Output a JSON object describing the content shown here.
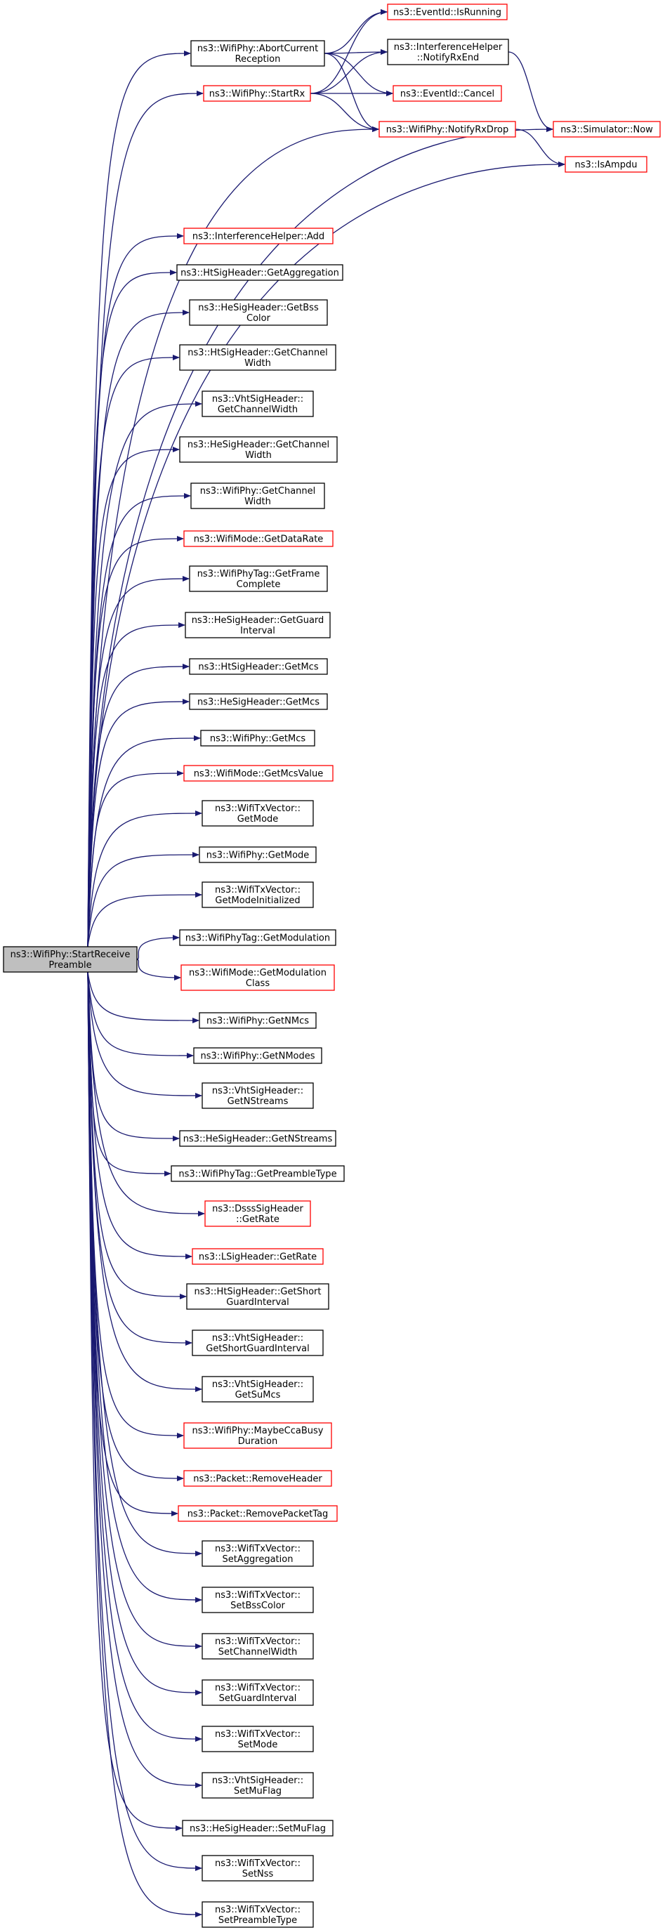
{
  "colors": {
    "edge": "#191970",
    "border_black": "#000000",
    "border_red": "#ff0000",
    "root_fill": "#bfbfbf",
    "node_fill": "#ffffff"
  },
  "nodes": [
    {
      "id": "root",
      "lines": [
        "ns3::WifiPhy::StartReceive",
        "Preamble"
      ],
      "border": "black",
      "root": true
    },
    {
      "id": "abort",
      "lines": [
        "ns3::WifiPhy::AbortCurrent",
        "Reception"
      ],
      "border": "black"
    },
    {
      "id": "startrx",
      "lines": [
        "ns3::WifiPhy::StartRx"
      ],
      "border": "red"
    },
    {
      "id": "isrunning",
      "lines": [
        "ns3::EventId::IsRunning"
      ],
      "border": "red"
    },
    {
      "id": "notifyrxend",
      "lines": [
        "ns3::InterferenceHelper",
        "::NotifyRxEnd"
      ],
      "border": "black"
    },
    {
      "id": "cancel",
      "lines": [
        "ns3::EventId::Cancel"
      ],
      "border": "red"
    },
    {
      "id": "notifyrxdrop",
      "lines": [
        "ns3::WifiPhy::NotifyRxDrop"
      ],
      "border": "red"
    },
    {
      "id": "now",
      "lines": [
        "ns3::Simulator::Now"
      ],
      "border": "red"
    },
    {
      "id": "isampdu",
      "lines": [
        "ns3::IsAmpdu"
      ],
      "border": "red"
    },
    {
      "id": "ihadd",
      "lines": [
        "ns3::InterferenceHelper::Add"
      ],
      "border": "red"
    },
    {
      "id": "htgetagg",
      "lines": [
        "ns3::HtSigHeader::GetAggregation"
      ],
      "border": "black"
    },
    {
      "id": "hegetbss",
      "lines": [
        "ns3::HeSigHeader::GetBss",
        "Color"
      ],
      "border": "black"
    },
    {
      "id": "htgetcw",
      "lines": [
        "ns3::HtSigHeader::GetChannel",
        "Width"
      ],
      "border": "black"
    },
    {
      "id": "vhtgetcw",
      "lines": [
        "ns3::VhtSigHeader::",
        "GetChannelWidth"
      ],
      "border": "black"
    },
    {
      "id": "hegetcw",
      "lines": [
        "ns3::HeSigHeader::GetChannel",
        "Width"
      ],
      "border": "black"
    },
    {
      "id": "phygetcw",
      "lines": [
        "ns3::WifiPhy::GetChannel",
        "Width"
      ],
      "border": "black"
    },
    {
      "id": "modedatarate",
      "lines": [
        "ns3::WifiMode::GetDataRate"
      ],
      "border": "red"
    },
    {
      "id": "tagframe",
      "lines": [
        "ns3::WifiPhyTag::GetFrame",
        "Complete"
      ],
      "border": "black"
    },
    {
      "id": "hegetgi",
      "lines": [
        "ns3::HeSigHeader::GetGuard",
        "Interval"
      ],
      "border": "black"
    },
    {
      "id": "htgetmcs",
      "lines": [
        "ns3::HtSigHeader::GetMcs"
      ],
      "border": "black"
    },
    {
      "id": "hegetmcs",
      "lines": [
        "ns3::HeSigHeader::GetMcs"
      ],
      "border": "black"
    },
    {
      "id": "phygetmcs",
      "lines": [
        "ns3::WifiPhy::GetMcs"
      ],
      "border": "black"
    },
    {
      "id": "modemcsval",
      "lines": [
        "ns3::WifiMode::GetMcsValue"
      ],
      "border": "red"
    },
    {
      "id": "txvgetmode",
      "lines": [
        "ns3::WifiTxVector::",
        "GetMode"
      ],
      "border": "black"
    },
    {
      "id": "phygetmode",
      "lines": [
        "ns3::WifiPhy::GetMode"
      ],
      "border": "black"
    },
    {
      "id": "txvmodeinit",
      "lines": [
        "ns3::WifiTxVector::",
        "GetModeInitialized"
      ],
      "border": "black"
    },
    {
      "id": "taggetmod",
      "lines": [
        "ns3::WifiPhyTag::GetModulation"
      ],
      "border": "black"
    },
    {
      "id": "modemodclass",
      "lines": [
        "ns3::WifiMode::GetModulation",
        "Class"
      ],
      "border": "red"
    },
    {
      "id": "phynmcs",
      "lines": [
        "ns3::WifiPhy::GetNMcs"
      ],
      "border": "black"
    },
    {
      "id": "phynmodes",
      "lines": [
        "ns3::WifiPhy::GetNModes"
      ],
      "border": "black"
    },
    {
      "id": "vhtnss",
      "lines": [
        "ns3::VhtSigHeader::",
        "GetNStreams"
      ],
      "border": "black"
    },
    {
      "id": "henss",
      "lines": [
        "ns3::HeSigHeader::GetNStreams"
      ],
      "border": "black"
    },
    {
      "id": "tagpreamble",
      "lines": [
        "ns3::WifiPhyTag::GetPreambleType"
      ],
      "border": "black"
    },
    {
      "id": "dsssrate",
      "lines": [
        "ns3::DsssSigHeader",
        "::GetRate"
      ],
      "border": "red"
    },
    {
      "id": "lsigrate",
      "lines": [
        "ns3::LSigHeader::GetRate"
      ],
      "border": "red"
    },
    {
      "id": "htshortgi",
      "lines": [
        "ns3::HtSigHeader::GetShort",
        "GuardInterval"
      ],
      "border": "black"
    },
    {
      "id": "vhtshortgi",
      "lines": [
        "ns3::VhtSigHeader::",
        "GetShortGuardInterval"
      ],
      "border": "black"
    },
    {
      "id": "vhtsumcs",
      "lines": [
        "ns3::VhtSigHeader::",
        "GetSuMcs"
      ],
      "border": "black"
    },
    {
      "id": "maybecca",
      "lines": [
        "ns3::WifiPhy::MaybeCcaBusy",
        "Duration"
      ],
      "border": "red"
    },
    {
      "id": "removeheader",
      "lines": [
        "ns3::Packet::RemoveHeader"
      ],
      "border": "red"
    },
    {
      "id": "removetag",
      "lines": [
        "ns3::Packet::RemovePacketTag"
      ],
      "border": "red"
    },
    {
      "id": "setagg",
      "lines": [
        "ns3::WifiTxVector::",
        "SetAggregation"
      ],
      "border": "black"
    },
    {
      "id": "setbss",
      "lines": [
        "ns3::WifiTxVector::",
        "SetBssColor"
      ],
      "border": "black"
    },
    {
      "id": "setcw",
      "lines": [
        "ns3::WifiTxVector::",
        "SetChannelWidth"
      ],
      "border": "black"
    },
    {
      "id": "setgi",
      "lines": [
        "ns3::WifiTxVector::",
        "SetGuardInterval"
      ],
      "border": "black"
    },
    {
      "id": "setmode",
      "lines": [
        "ns3::WifiTxVector::",
        "SetMode"
      ],
      "border": "black"
    },
    {
      "id": "vhtsetmu",
      "lines": [
        "ns3::VhtSigHeader::",
        "SetMuFlag"
      ],
      "border": "black"
    },
    {
      "id": "hesetmu",
      "lines": [
        "ns3::HeSigHeader::SetMuFlag"
      ],
      "border": "black"
    },
    {
      "id": "setnss",
      "lines": [
        "ns3::WifiTxVector::",
        "SetNss"
      ],
      "border": "black"
    },
    {
      "id": "setpreamble",
      "lines": [
        "ns3::WifiTxVector::",
        "SetPreambleType"
      ],
      "border": "black"
    }
  ],
  "edges": [
    [
      "root",
      "abort"
    ],
    [
      "root",
      "startrx"
    ],
    [
      "root",
      "notifyrxdrop"
    ],
    [
      "root",
      "now"
    ],
    [
      "root",
      "isampdu"
    ],
    [
      "abort",
      "isrunning"
    ],
    [
      "abort",
      "notifyrxend"
    ],
    [
      "abort",
      "cancel"
    ],
    [
      "abort",
      "notifyrxdrop"
    ],
    [
      "startrx",
      "isrunning"
    ],
    [
      "startrx",
      "notifyrxend"
    ],
    [
      "startrx",
      "cancel"
    ],
    [
      "startrx",
      "notifyrxdrop"
    ],
    [
      "notifyrxend",
      "now"
    ],
    [
      "notifyrxdrop",
      "isampdu"
    ],
    [
      "root",
      "ihadd"
    ],
    [
      "root",
      "htgetagg"
    ],
    [
      "root",
      "hegetbss"
    ],
    [
      "root",
      "htgetcw"
    ],
    [
      "root",
      "vhtgetcw"
    ],
    [
      "root",
      "hegetcw"
    ],
    [
      "root",
      "phygetcw"
    ],
    [
      "root",
      "modedatarate"
    ],
    [
      "root",
      "tagframe"
    ],
    [
      "root",
      "hegetgi"
    ],
    [
      "root",
      "htgetmcs"
    ],
    [
      "root",
      "hegetmcs"
    ],
    [
      "root",
      "phygetmcs"
    ],
    [
      "root",
      "modemcsval"
    ],
    [
      "root",
      "txvgetmode"
    ],
    [
      "root",
      "phygetmode"
    ],
    [
      "root",
      "txvmodeinit"
    ],
    [
      "root",
      "taggetmod"
    ],
    [
      "root",
      "modemodclass"
    ],
    [
      "root",
      "phynmcs"
    ],
    [
      "root",
      "phynmodes"
    ],
    [
      "root",
      "vhtnss"
    ],
    [
      "root",
      "henss"
    ],
    [
      "root",
      "tagpreamble"
    ],
    [
      "root",
      "dsssrate"
    ],
    [
      "root",
      "lsigrate"
    ],
    [
      "root",
      "htshortgi"
    ],
    [
      "root",
      "vhtshortgi"
    ],
    [
      "root",
      "vhtsumcs"
    ],
    [
      "root",
      "maybecca"
    ],
    [
      "root",
      "removeheader"
    ],
    [
      "root",
      "removetag"
    ],
    [
      "root",
      "setagg"
    ],
    [
      "root",
      "setbss"
    ],
    [
      "root",
      "setcw"
    ],
    [
      "root",
      "setgi"
    ],
    [
      "root",
      "setmode"
    ],
    [
      "root",
      "vhtsetmu"
    ],
    [
      "root",
      "hesetmu"
    ],
    [
      "root",
      "setnss"
    ],
    [
      "root",
      "setpreamble"
    ]
  ]
}
